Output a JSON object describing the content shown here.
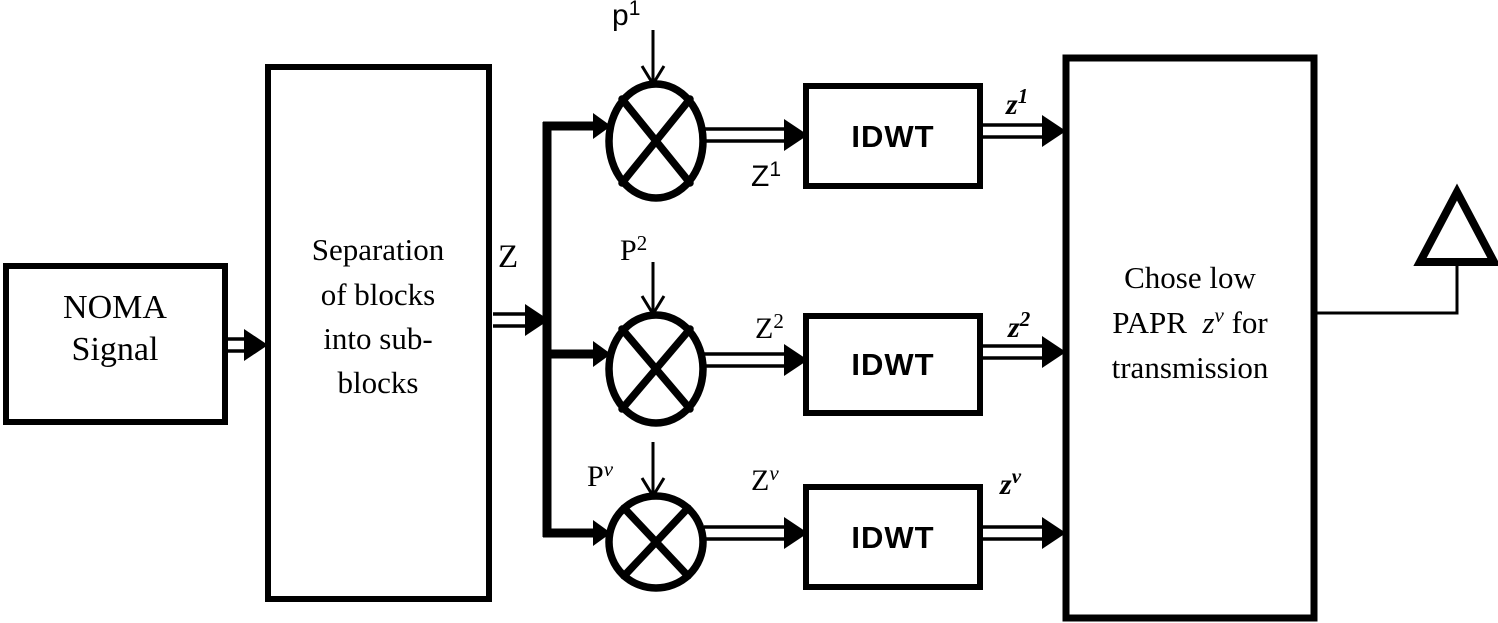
{
  "diagram": {
    "title": "NOMA PAPR reduction block diagram",
    "background_color": "#ffffff",
    "line_color": "#000000"
  },
  "blocks": {
    "noma": {
      "lines": [
        "NOMA",
        "Signal"
      ]
    },
    "separation": {
      "lines": [
        "Separation",
        "of blocks",
        "into sub-",
        "blocks"
      ]
    },
    "idwt1": {
      "label": "IDWT"
    },
    "idwt2": {
      "label": "IDWT"
    },
    "idwt3": {
      "label": "IDWT"
    },
    "selector": {
      "line1": "Chose low",
      "line2_pre": "PAPR  ",
      "line2_base": "z",
      "line2_sup": "v",
      "line2_post": " for",
      "line3": "transmission"
    }
  },
  "labels": {
    "z_main": "Z",
    "p1": {
      "base": "p",
      "sup": "1"
    },
    "p2": {
      "base": "P",
      "sup": "2"
    },
    "pv": {
      "base": "P",
      "sup": "v"
    },
    "Z1": {
      "base": "Z",
      "sup": "1"
    },
    "Z2": {
      "base": "Z",
      "sup": "2"
    },
    "Zv": {
      "base": "Z",
      "sup": "v"
    },
    "z1": {
      "base": "z",
      "sup": "1"
    },
    "z2": {
      "base": "z",
      "sup": "2"
    },
    "zv": {
      "base": "z",
      "sup": "v"
    }
  },
  "icons": {
    "multiplier": "circled-times-multiplier",
    "antenna": "antenna-triangle"
  }
}
